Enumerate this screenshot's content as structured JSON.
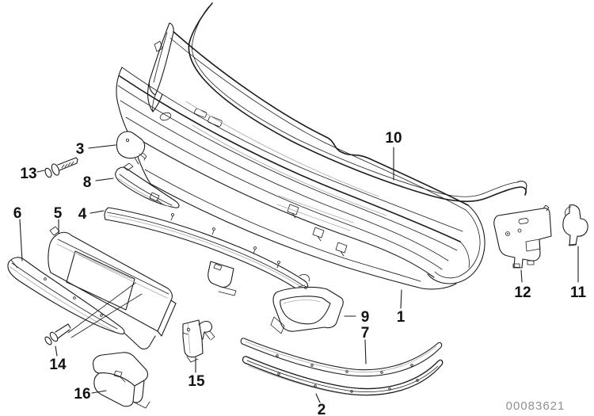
{
  "diagram": {
    "line_color": "#1c1c1c",
    "light_line_color": "#a9a9a9",
    "label_color": "#111111",
    "doc_number": "00083621",
    "doc_number_color": "#909090",
    "callouts": [
      "1",
      "2",
      "3",
      "4",
      "5",
      "6",
      "7",
      "8",
      "9",
      "10",
      "11",
      "12",
      "13",
      "14",
      "15",
      "16"
    ]
  }
}
